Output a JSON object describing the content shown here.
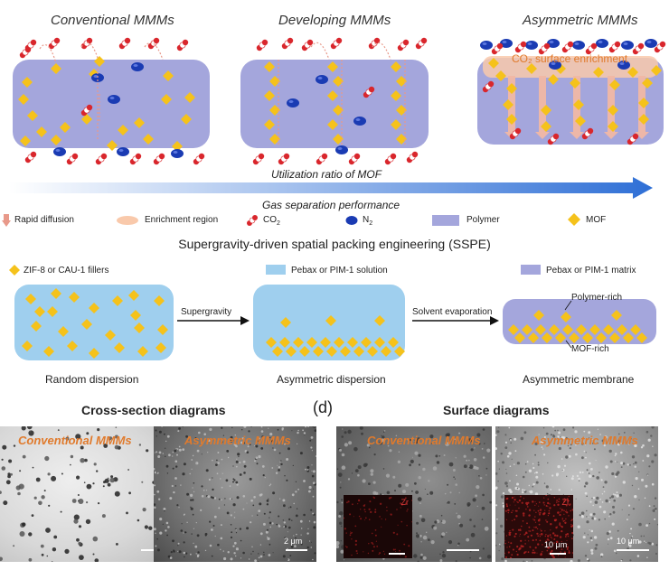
{
  "figure": {
    "top_titles": [
      "Conventional MMMs",
      "Developing MMMs",
      "Asymmetric MMMs"
    ],
    "co2_enrichment_label": "CO₂ surface enrichment",
    "arrow_top_label": "Utilization ratio of MOF",
    "arrow_bottom_label": "Gas separation performance",
    "legend": {
      "rapid_diffusion": "Rapid diffusion",
      "enrichment_region": "Enrichment region",
      "co2_base": "CO",
      "co2_sub": "2",
      "n2_base": "N",
      "n2_sub": "2",
      "polymer": "Polymer",
      "mof": "MOF"
    },
    "sspe_title": "Supergravity-driven spatial packing engineering (SSPE)",
    "process": {
      "fillers_label": "ZIF-8 or CAU-1 fillers",
      "solution_label": "Pebax or PIM-1 solution",
      "matrix_label": "Pebax or PIM-1 matrix",
      "step1": "Supergravity",
      "step2": "Solvent evaporation",
      "polymer_rich": "Polymer-rich",
      "mof_rich": "MOF-rich",
      "caption1": "Random dispersion",
      "caption2": "Asymmetric dispersion",
      "caption3": "Asymmetric membrane"
    },
    "bottom": {
      "cross_title": "Cross-section diagrams",
      "panel_letter": "(d)",
      "surface_title": "Surface diagrams",
      "img1_label": "Conventional MMMs",
      "img2_label": "Asymmetric MMMs",
      "img3_label": "Conventional MMMs",
      "img4_label": "Asymmetric MMMs",
      "scale_2um": "2 μm",
      "scale_10um_a": "10 μm",
      "scale_10um_b": "10 μm",
      "zr_a": "Zr",
      "zr_b": "Zr"
    },
    "colors": {
      "polymer": "#a4a6dc",
      "solution": "#9fcfee",
      "mof": "#f5c21b",
      "n2": "#1a3bb3",
      "co2": "#d9262c",
      "arrow_start": "#ffffff",
      "arrow_end": "#2e6fd6",
      "highlight": "#e07a2c"
    }
  }
}
